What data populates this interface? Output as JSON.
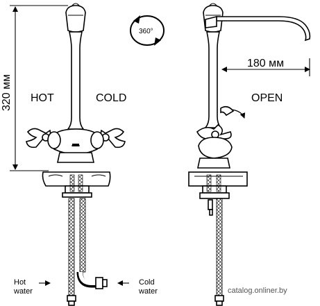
{
  "dimension": "320 мм",
  "reach": "180 мм",
  "rotation": "360°",
  "hot": "HOT",
  "cold": "COLD",
  "open": "OPEN",
  "hot_water": [
    "Hot",
    "water"
  ],
  "cold_water": [
    "Cold",
    "water"
  ],
  "watermark": "catalog.onliner.by"
}
